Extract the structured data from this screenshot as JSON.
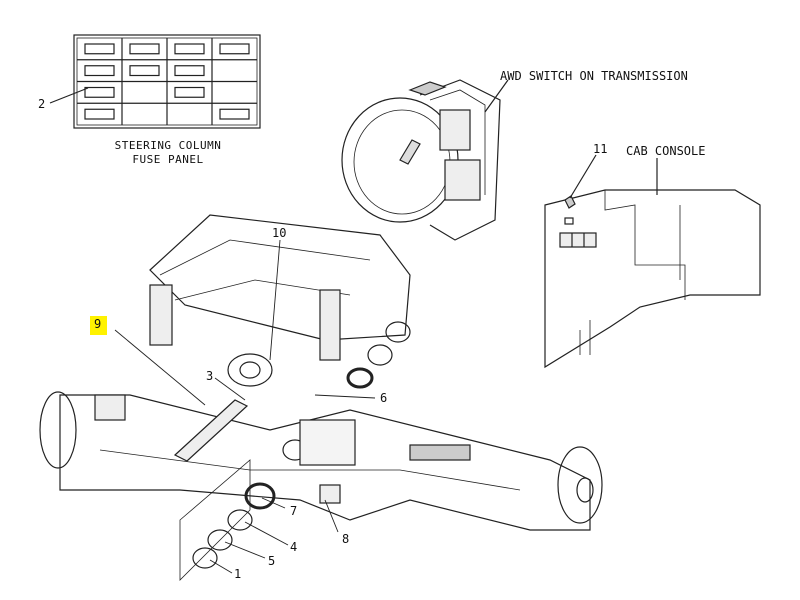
{
  "fuse_panel": {
    "caption_line1": "STEERING COLUMN",
    "caption_line2": "FUSE PANEL",
    "grid_rows": 4,
    "grid_cols": 4,
    "fuses": [
      [
        1,
        1,
        1,
        1
      ],
      [
        1,
        1,
        1,
        0
      ],
      [
        1,
        0,
        1,
        0
      ],
      [
        1,
        0,
        0,
        1
      ]
    ]
  },
  "callouts": {
    "awd_switch": "AWD SWITCH ON TRANSMISSION",
    "cab_console": "CAB CONSOLE",
    "c1": "1",
    "c2": "2",
    "c3": "3",
    "c4": "4",
    "c5": "5",
    "c6": "6",
    "c7": "7",
    "c8": "8",
    "c9": "9",
    "c10": "10",
    "c11": "11"
  },
  "highlight_color": "#fff200"
}
